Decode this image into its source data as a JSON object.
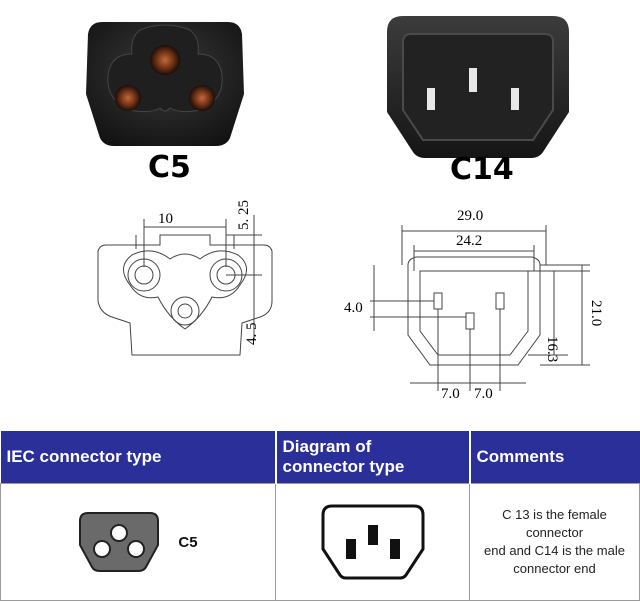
{
  "photos": {
    "c5_label": "C5",
    "c14_label": "C14"
  },
  "c5_drawing": {
    "dim_width": "10",
    "dim_top": "5. 25",
    "dim_bottom": "4. 5"
  },
  "c14_drawing": {
    "dim_outer_width": "29.0",
    "dim_inner_width": "24.2",
    "dim_pin_offset": "4.0",
    "dim_inner_height": "16.3",
    "dim_outer_height": "21.0",
    "dim_pin_spacing_left": "7.0",
    "dim_pin_spacing_right": "7.0"
  },
  "table": {
    "headers": [
      "IEC connector type",
      "Diagram of connector type",
      "Comments"
    ],
    "header_lines": [
      [
        "IEC connector type"
      ],
      [
        "Diagram of",
        "connector type"
      ],
      [
        "Comments"
      ]
    ],
    "row": {
      "type_label": "C5",
      "comment_lines": [
        "C 13 is the female connector",
        "end and C14 is the male",
        "connector end"
      ]
    }
  },
  "colors": {
    "header_bg": "#2b2f9a",
    "header_text": "#ffffff",
    "connector_fill": "#2a2a2a"
  }
}
